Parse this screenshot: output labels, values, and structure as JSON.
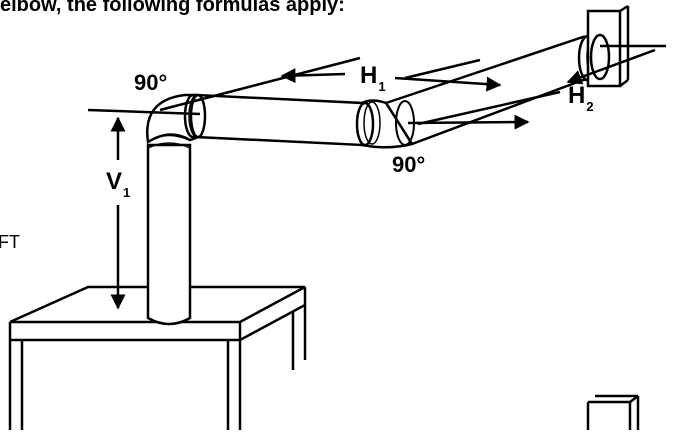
{
  "heading": "elbow, the following formulas apply:",
  "labels": {
    "elbow_top_left": "90°",
    "elbow_middle": "90°",
    "h1_main": "H",
    "h1_sub": "1",
    "h2_main": "H",
    "h2_sub": "2",
    "v1_main": "V",
    "v1_sub": "1",
    "left_partial": "FT"
  }
}
